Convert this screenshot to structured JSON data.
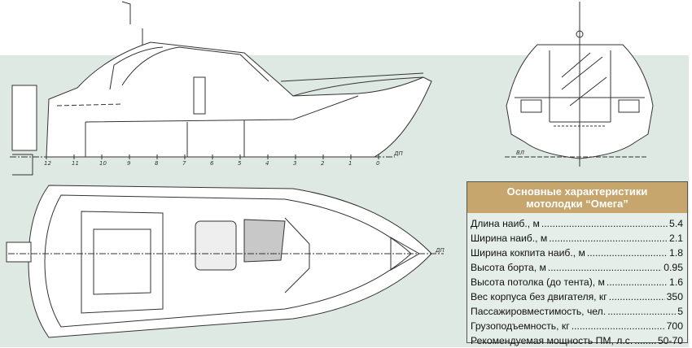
{
  "drawing": {
    "stations": [
      "12",
      "11",
      "10",
      "9",
      "8",
      "7",
      "6",
      "5",
      "4",
      "3",
      "2",
      "1",
      "0"
    ],
    "side_baseline_label": "ДП",
    "front_waterline_label": "ВЛ",
    "plan_centerline_label": "ДП"
  },
  "specs": {
    "title_line1": "Основные характеристики",
    "title_line2": "мотолодки “Омега”",
    "rows": [
      {
        "label": "Длина наиб., м",
        "value": "5.4"
      },
      {
        "label": "Ширина наиб., м",
        "value": "2.1"
      },
      {
        "label": "Ширина кокпита наиб., м",
        "value": "1.8"
      },
      {
        "label": "Высота борта, м",
        "value": "0.95"
      },
      {
        "label": "Высота потолка (до тента), м",
        "value": "1.6"
      },
      {
        "label": "Вес корпуса без двигателя, кг",
        "value": "350"
      },
      {
        "label": "Пассажировместимость, чел.",
        "value": "5"
      },
      {
        "label": "Грузоподъемность, кг",
        "value": "700"
      },
      {
        "label": "Рекомендуемая мощность ПМ, л.с.",
        "value": "50-70"
      }
    ],
    "colors": {
      "header": "#c6a66c",
      "body": "#e6eee9"
    }
  }
}
